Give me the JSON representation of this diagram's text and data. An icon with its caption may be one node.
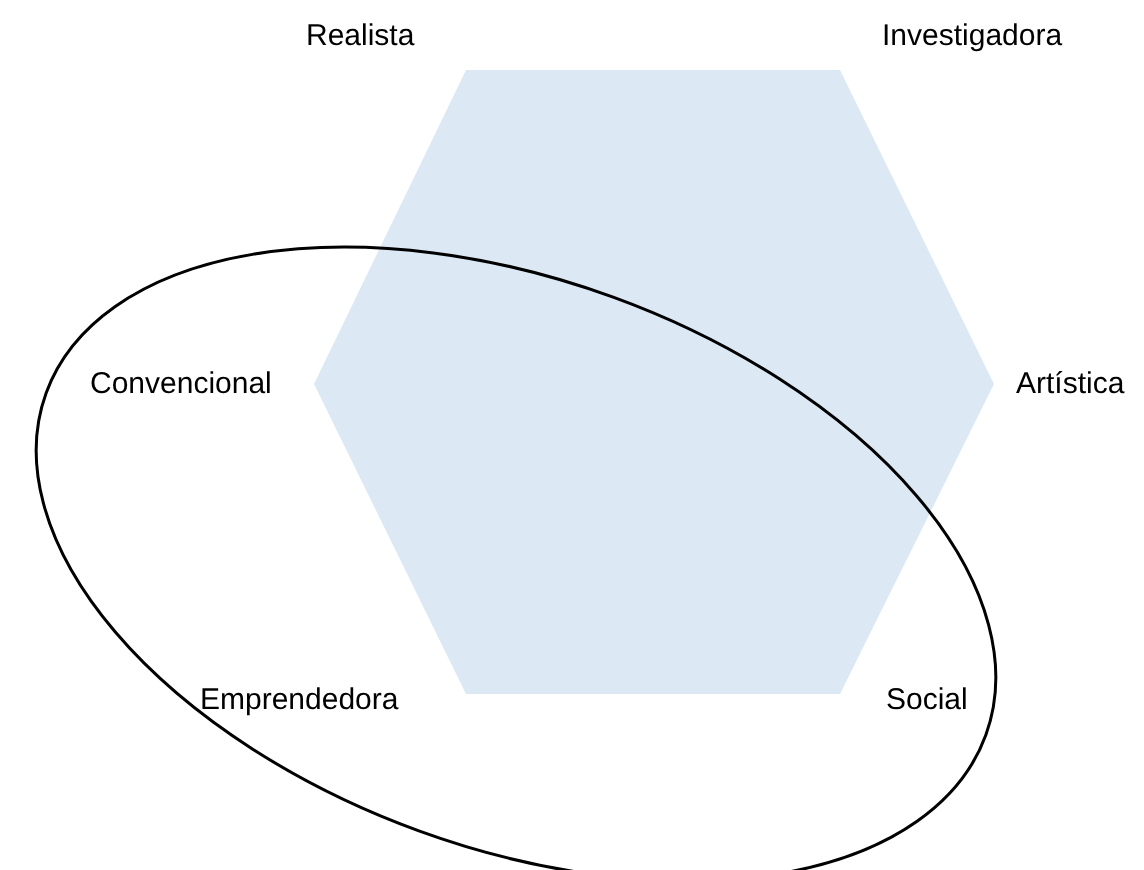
{
  "diagram": {
    "labels": [
      "Realista",
      "Investigadora",
      "Convencional",
      "Artística",
      "Emprendedora",
      "Social"
    ]
  }
}
